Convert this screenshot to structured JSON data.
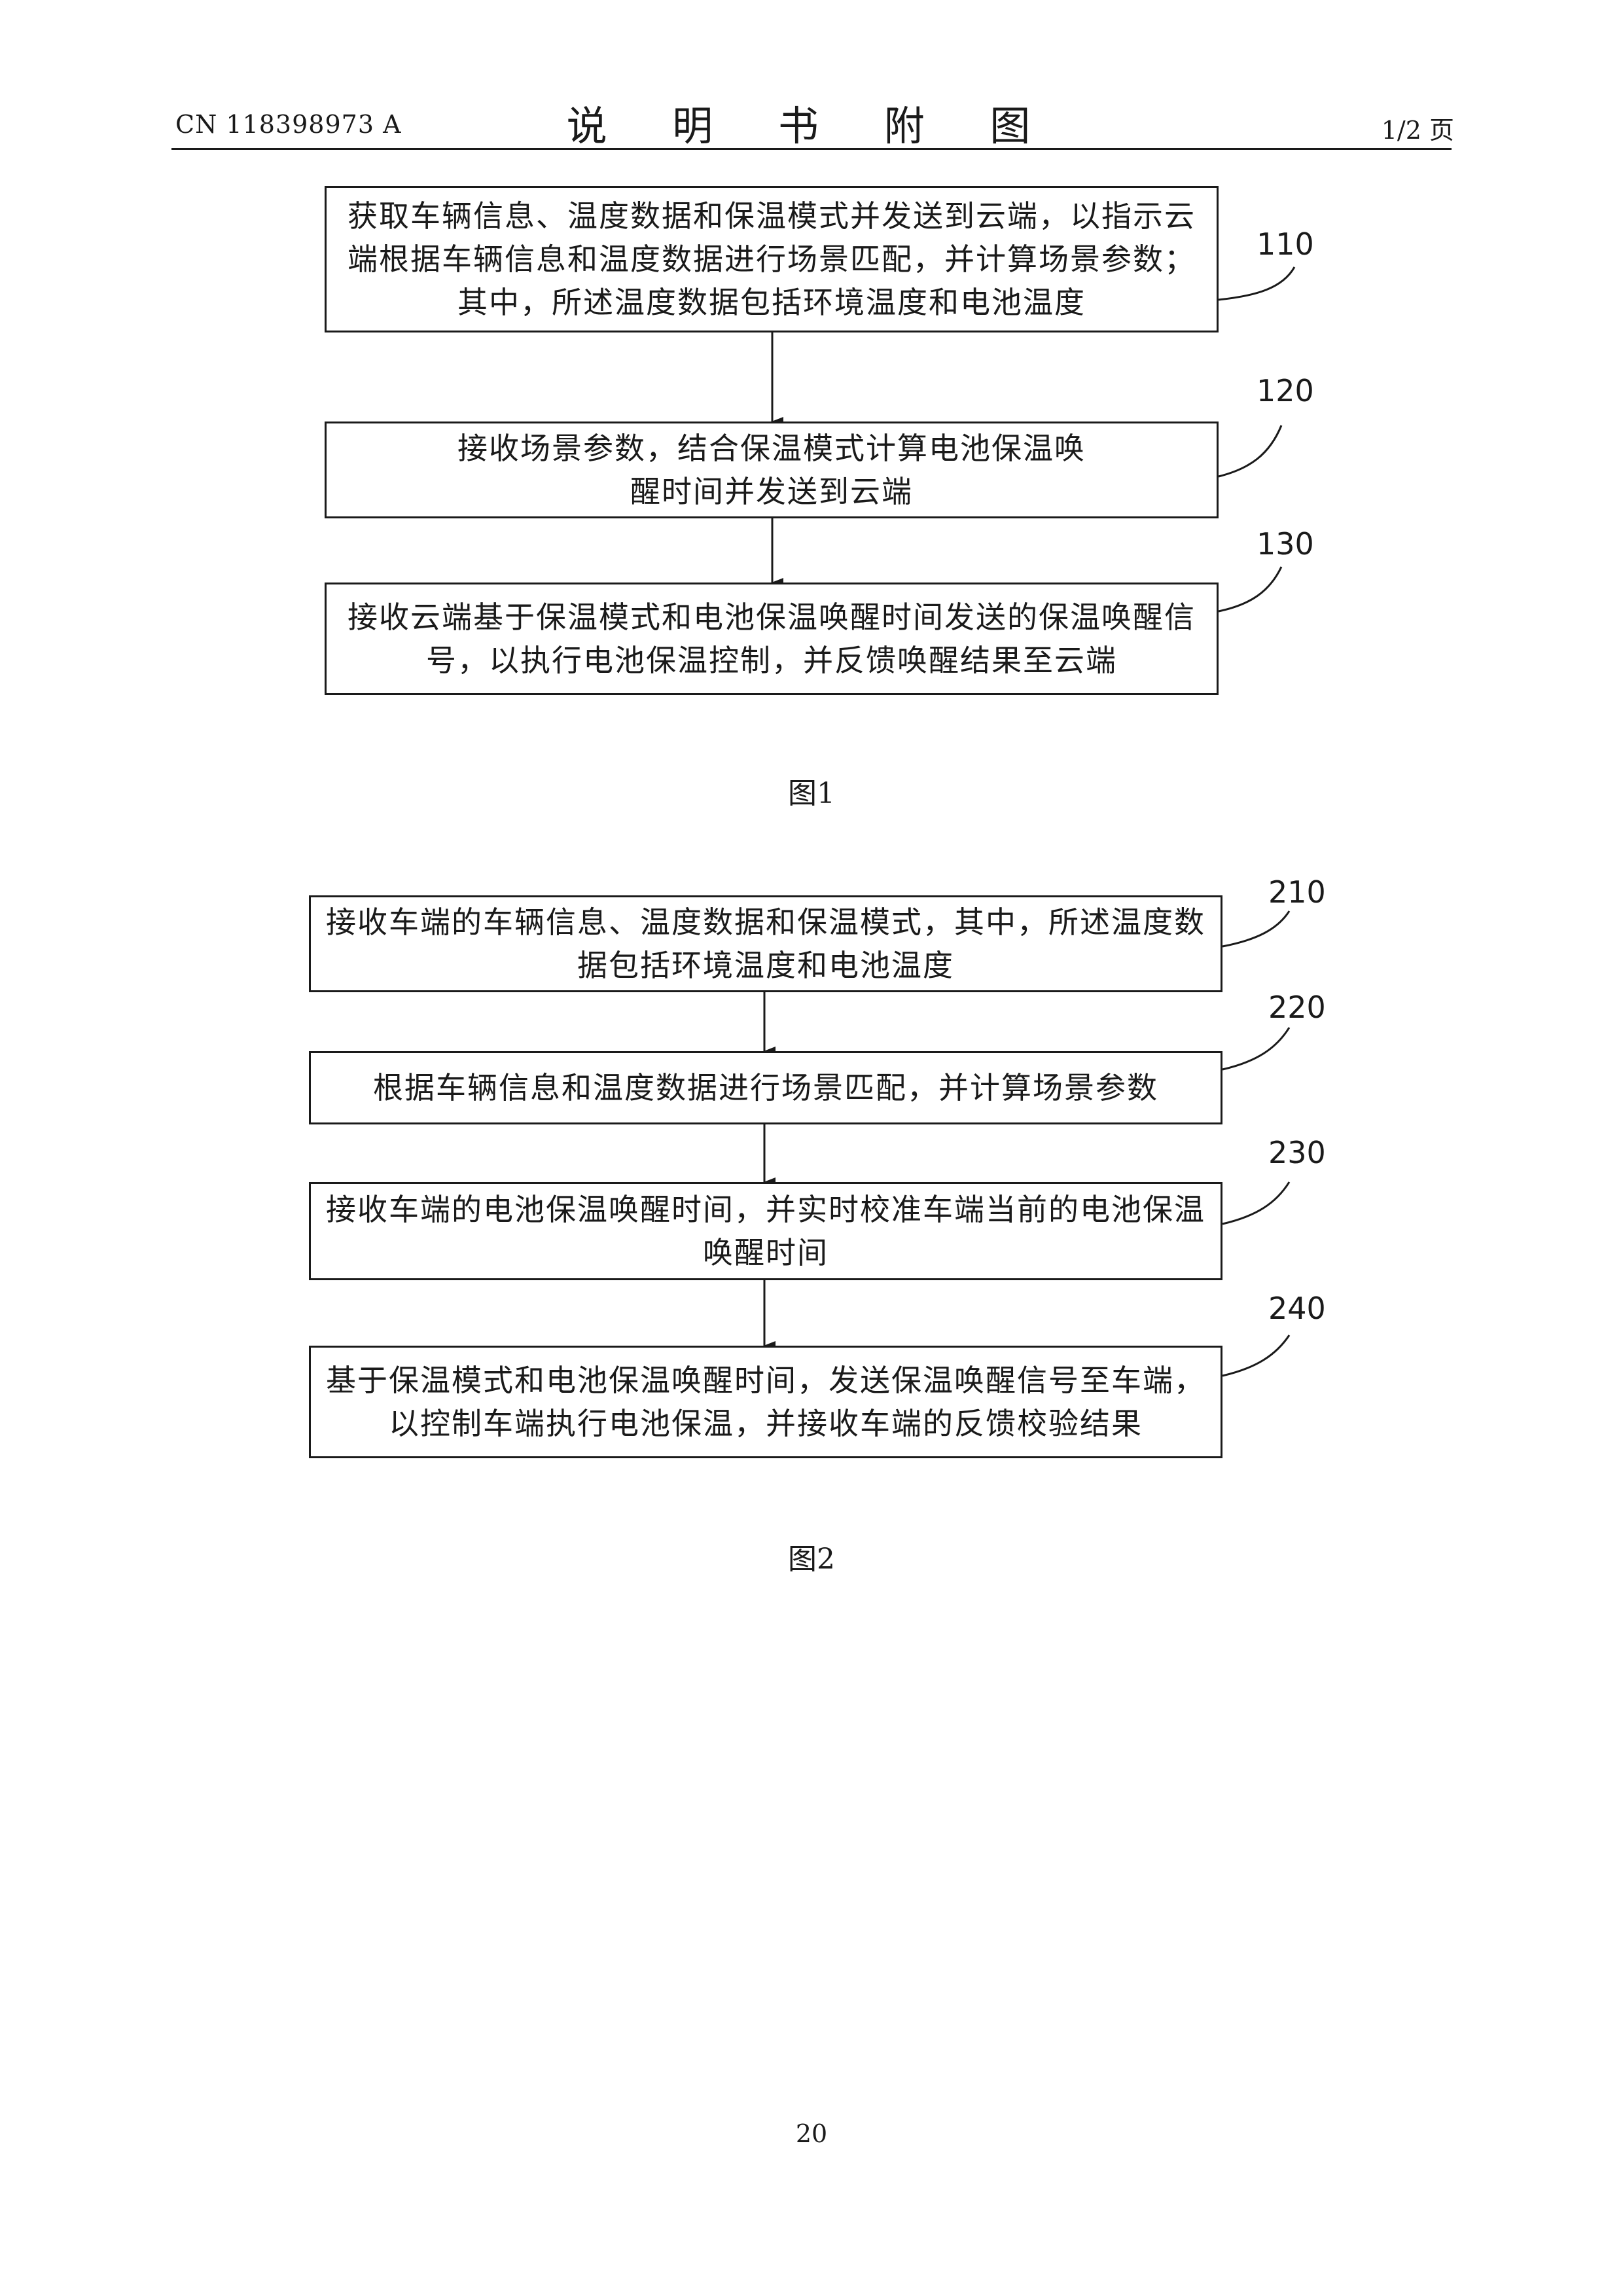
{
  "header": {
    "doc_number": "CN 118398973 A",
    "title": "说 明 书 附 图",
    "page_of": "1/2 页"
  },
  "figure1": {
    "caption": "图1",
    "steps": [
      {
        "ref": "110",
        "text": "获取车辆信息、温度数据和保温模式并发送到云端，以指示云端根据车辆信息和温度数据进行场景匹配，并计算场景参数；其中，所述温度数据包括环境温度和电池温度"
      },
      {
        "ref": "120",
        "text": "接收场景参数，结合保温模式计算电池保温唤醒时间并发送到云端"
      },
      {
        "ref": "130",
        "text": "接收云端基于保温模式和电池保温唤醒时间发送的保温唤醒信号，以执行电池保温控制，并反馈唤醒结果至云端"
      }
    ]
  },
  "figure2": {
    "caption": "图2",
    "steps": [
      {
        "ref": "210",
        "text": "接收车端的车辆信息、温度数据和保温模式，其中，所述温度数据包括环境温度和电池温度"
      },
      {
        "ref": "220",
        "text": "根据车辆信息和温度数据进行场景匹配，并计算场景参数"
      },
      {
        "ref": "230",
        "text": "接收车端的电池保温唤醒时间，并实时校准车端当前的电池保温唤醒时间"
      },
      {
        "ref": "240",
        "text": "基于保温模式和电池保温唤醒时间，发送保温唤醒信号至车端，以控制车端执行电池保温，并接收车端的反馈校验结果"
      }
    ]
  },
  "footer": {
    "page_number": "20"
  }
}
